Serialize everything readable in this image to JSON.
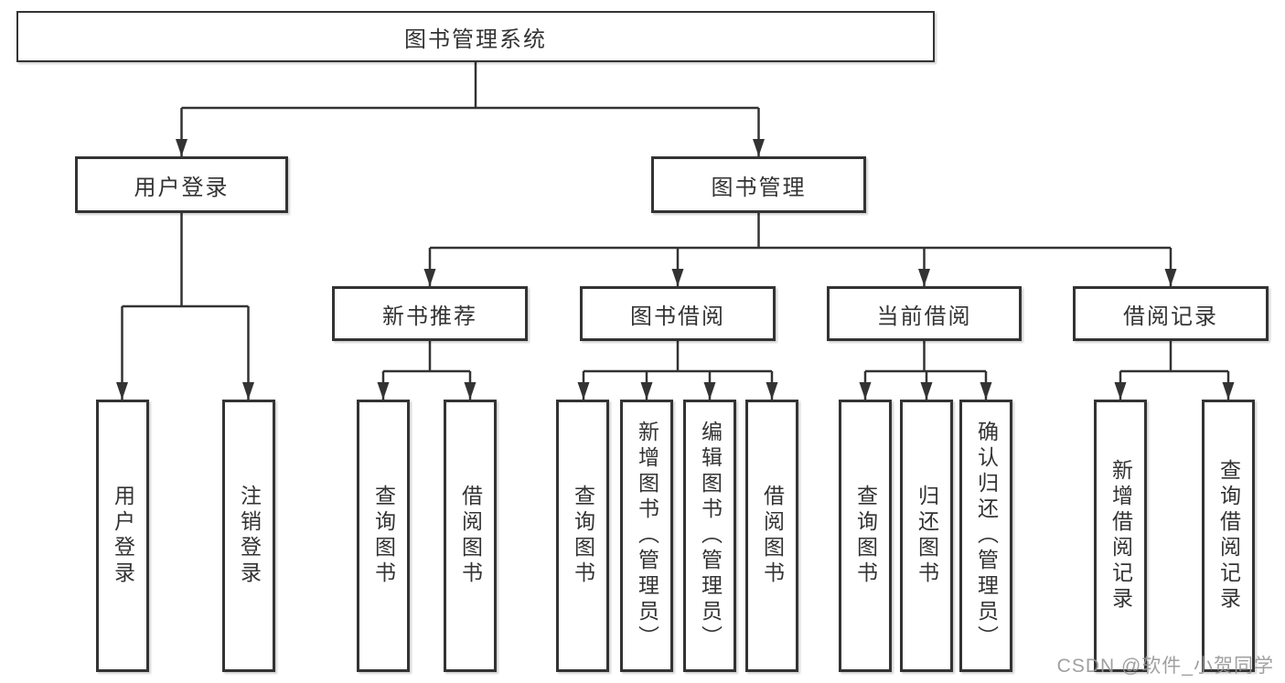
{
  "tree": {
    "root": {
      "label": "图书管理系统"
    },
    "level1": [
      {
        "label": "用户登录",
        "children": [
          "用户登录",
          "注销登录"
        ]
      },
      {
        "label": "图书管理",
        "children": [
          {
            "label": "新书推荐",
            "children": [
              "查询图书",
              "借阅图书"
            ]
          },
          {
            "label": "图书借阅",
            "children": [
              "查询图书",
              "新增图书（管理员）",
              "编辑图书（管理员）",
              "借阅图书"
            ]
          },
          {
            "label": "当前借阅",
            "children": [
              "查询图书",
              "归还图书",
              "确认归还（管理员）"
            ]
          },
          {
            "label": "借阅记录",
            "children": [
              "新增借阅记录",
              "查询借阅记录"
            ]
          }
        ]
      }
    ]
  },
  "watermark": {
    "text": "CSDN @软件_小贺同学"
  },
  "colors": {
    "line": "#333333",
    "box_border": "#333333",
    "text": "#333333",
    "background": "#ffffff",
    "watermark": "#969696"
  }
}
